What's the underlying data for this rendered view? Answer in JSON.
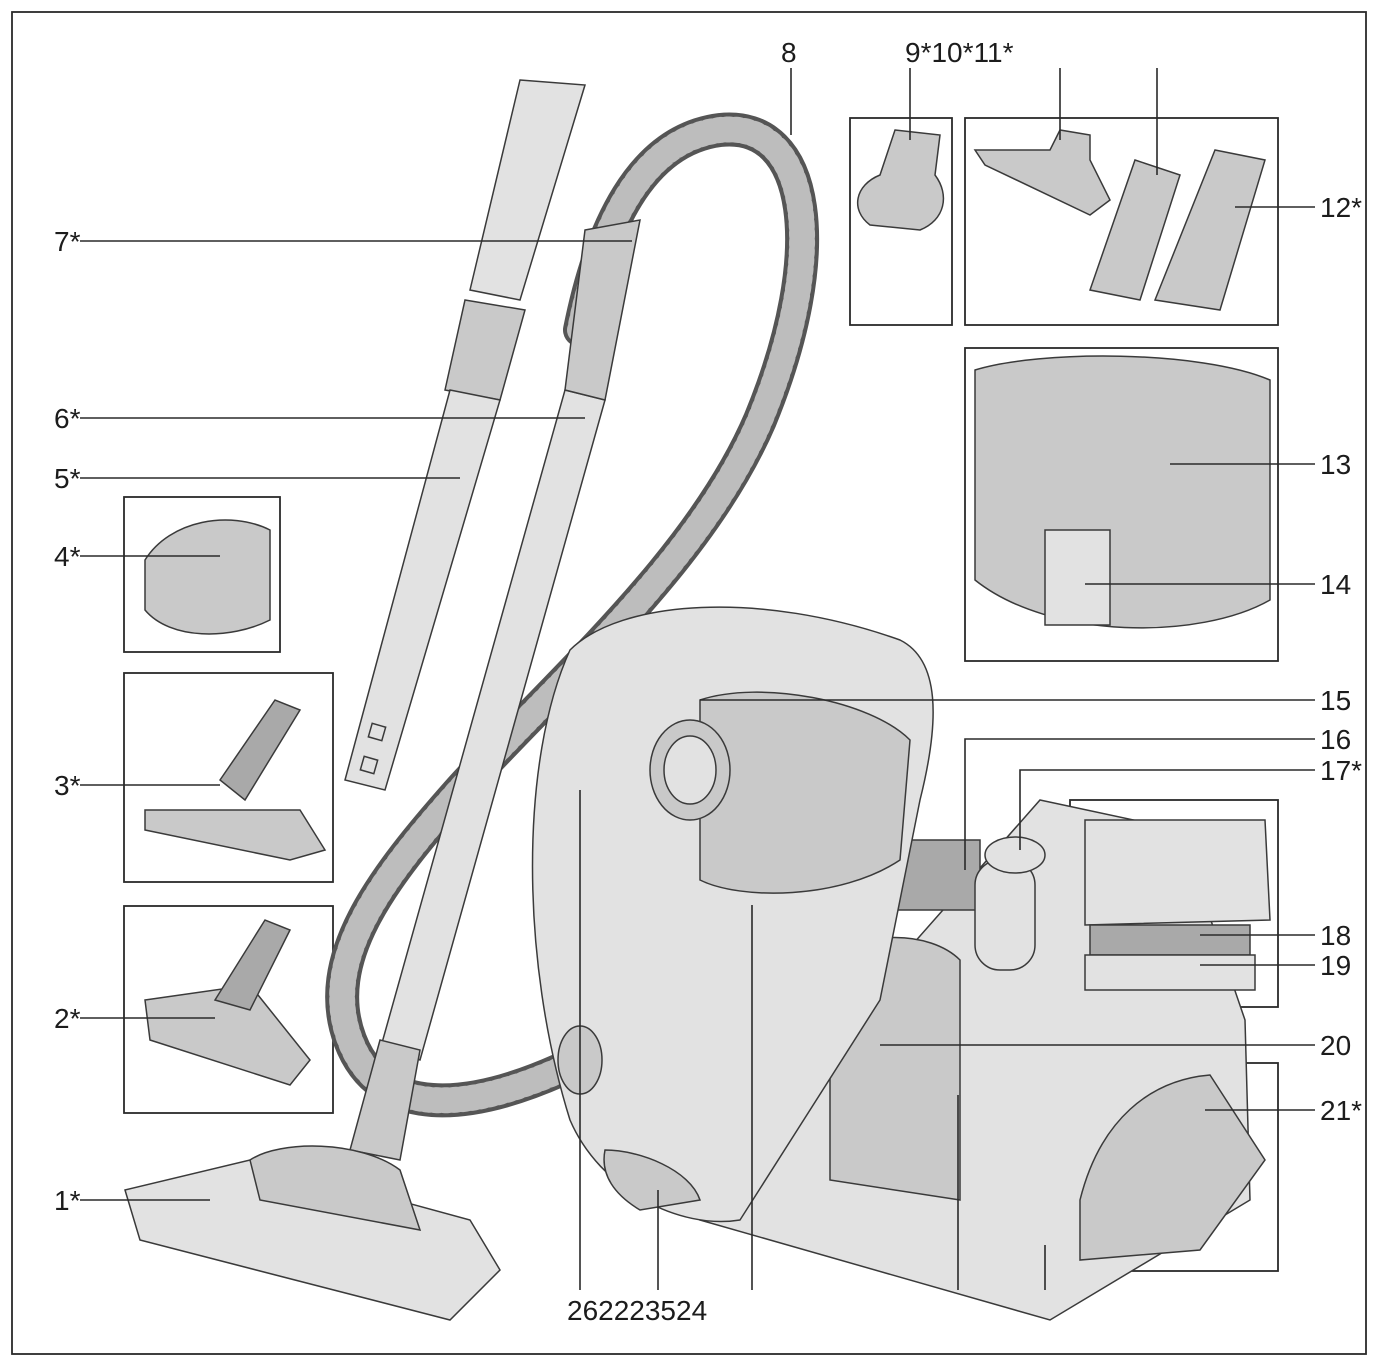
{
  "labels": {
    "l1": "1*",
    "l2": "2*",
    "l3": "3*",
    "l4": "4*",
    "l5": "5*",
    "l6": "6*",
    "l7": "7*",
    "l8": "8",
    "l9_11": "9*10*11*",
    "l12": "12*",
    "l13": "13",
    "l14": "14",
    "l15": "15",
    "l16": "16",
    "l17": "17*",
    "l18": "18",
    "l19": "19",
    "l20": "20",
    "l21": "21*",
    "bottom": "262223524"
  }
}
